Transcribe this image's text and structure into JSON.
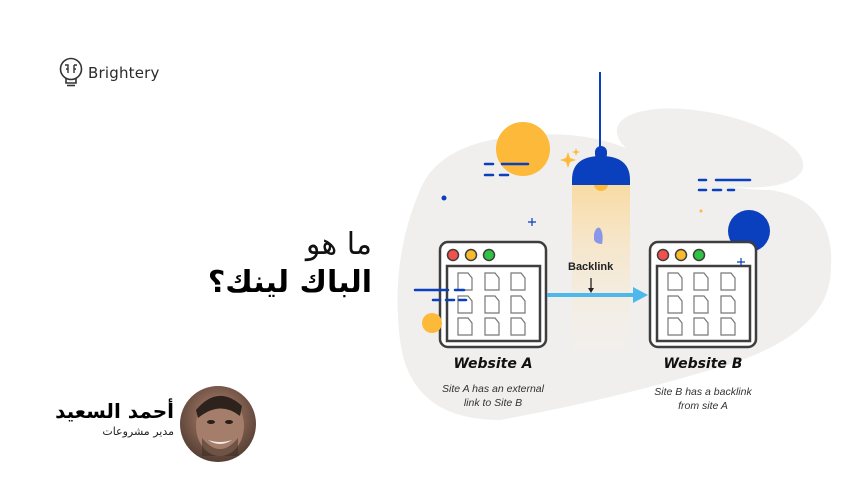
{
  "brand": {
    "name": "Brightery",
    "icon": "lightbulb-logo-icon"
  },
  "title": {
    "line1": "ما هو",
    "line2": "الباك لينك؟"
  },
  "author": {
    "name": "أحمد السعيد",
    "role": "مدير مشروعات",
    "avatar": "avatar-photo"
  },
  "illustration": {
    "backlink_label": "Backlink",
    "website_a": {
      "name": "Website A",
      "desc_line1": "Site A has an external",
      "desc_line2": "link to Site B"
    },
    "website_b": {
      "name": "Website B",
      "desc_line1": "Site B has a backlink",
      "desc_line2": "from site A"
    },
    "colors": {
      "blue": "#0a3fbd",
      "yellow": "#fdb93a",
      "arrow": "#4cb8ec",
      "blob": "#f0efee",
      "dot_red": "#f2514b",
      "dot_yellow": "#f8bb2c",
      "dot_green": "#2ec341"
    }
  }
}
